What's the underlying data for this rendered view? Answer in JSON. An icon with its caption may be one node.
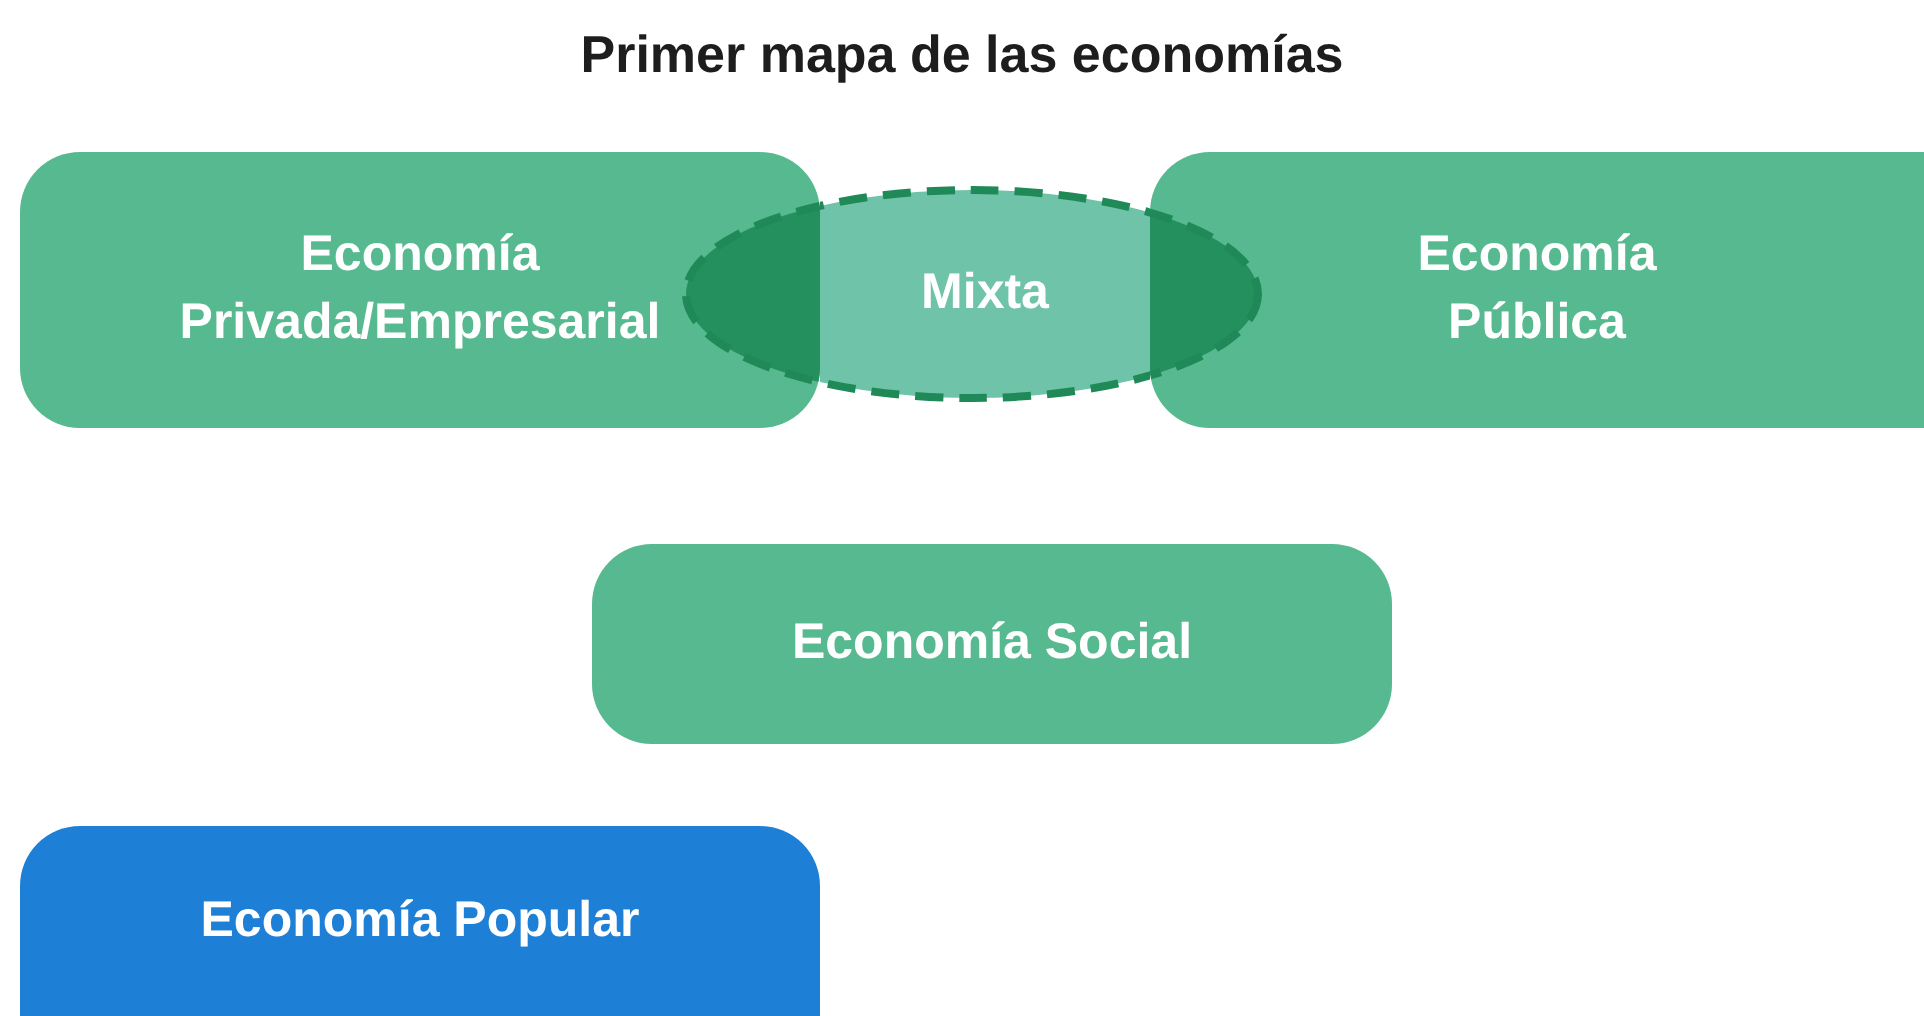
{
  "diagram": {
    "title": "Primer mapa de las economías",
    "nodes": [
      {
        "text": [
          "Economía Privada/Empresarial"
        ]
      },
      {
        "text": [
          "Mixta"
        ]
      },
      {
        "text": [
          "Economía Pública"
        ]
      },
      {
        "text": [
          "Economía Social"
        ]
      },
      {
        "text": [
          "Economía Popular"
        ]
      }
    ]
  }
}
